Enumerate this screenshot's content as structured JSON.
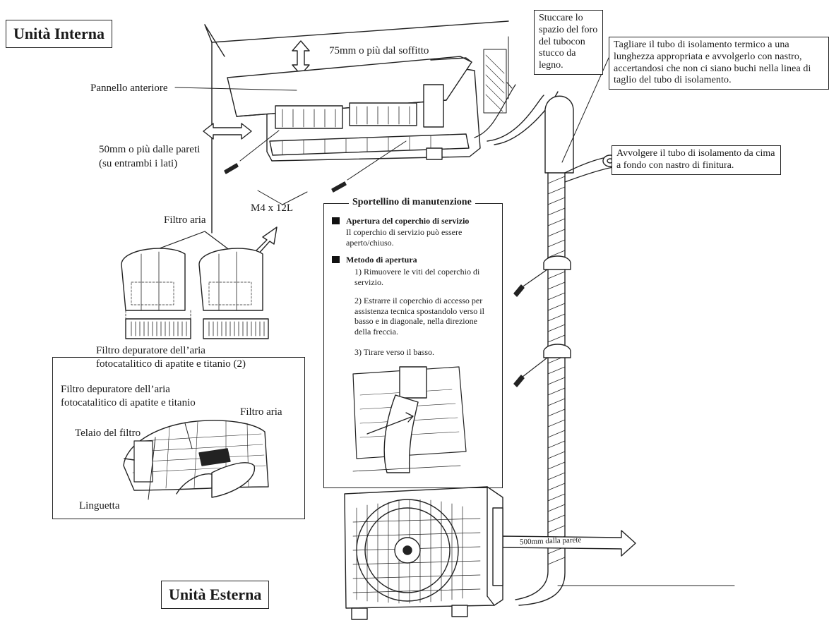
{
  "labels": {
    "indoor_unit_title": "Unità Interna",
    "outdoor_unit_title": "Unità Esterna",
    "ceiling_clearance": "75mm o più dal soffitto",
    "front_panel": "Pannello anteriore",
    "wall_clearance_line1": "50mm o più dalle pareti",
    "wall_clearance_line2": "(su entrambi i lati)",
    "screw_size": "M4 x 12L",
    "air_filter_top": "Filtro aria",
    "putty_note": "Stuccare lo spazio del foro del tubocon stucco da legno.",
    "cut_insulation_note": "Tagliare il tubo di isolamento termico a una lunghezza appropriata e avvolgerlo con nastro, accertandosi che non ci siano buchi nella linea di taglio del tubo di isolamento.",
    "wrap_tape_note": "Avvolgere il tubo di isolamento da cima a fondo con nastro di finitura.",
    "outdoor_clearance": "500mm dalla parete"
  },
  "filter_panel": {
    "heading_line1": "Filtro depuratore dell’aria",
    "heading_line2": "fotocatalitico di apatite e titanio (2)",
    "inner_label_line1": "Filtro depuratore dell’aria",
    "inner_label_line2": "fotocatalitico di apatite e titanio",
    "air_filter": "Filtro aria",
    "filter_frame": "Telaio del filtro",
    "tab": "Linguetta"
  },
  "service_panel": {
    "heading": "Sportellino di manutenzione",
    "section1_title": "Apertura del coperchio di servizio",
    "section1_text": "Il coperchio di servizio può essere aperto/chiuso.",
    "section2_title": "Metodo di apertura",
    "step1": "1)  Rimuovere le viti del coperchio di servizio.",
    "step2": "2)  Estrarre il coperchio di accesso per assistenza tecnica spostandolo verso il basso e in diagonale, nella direzione della freccia.",
    "step3": "3) Tirare verso il basso."
  }
}
